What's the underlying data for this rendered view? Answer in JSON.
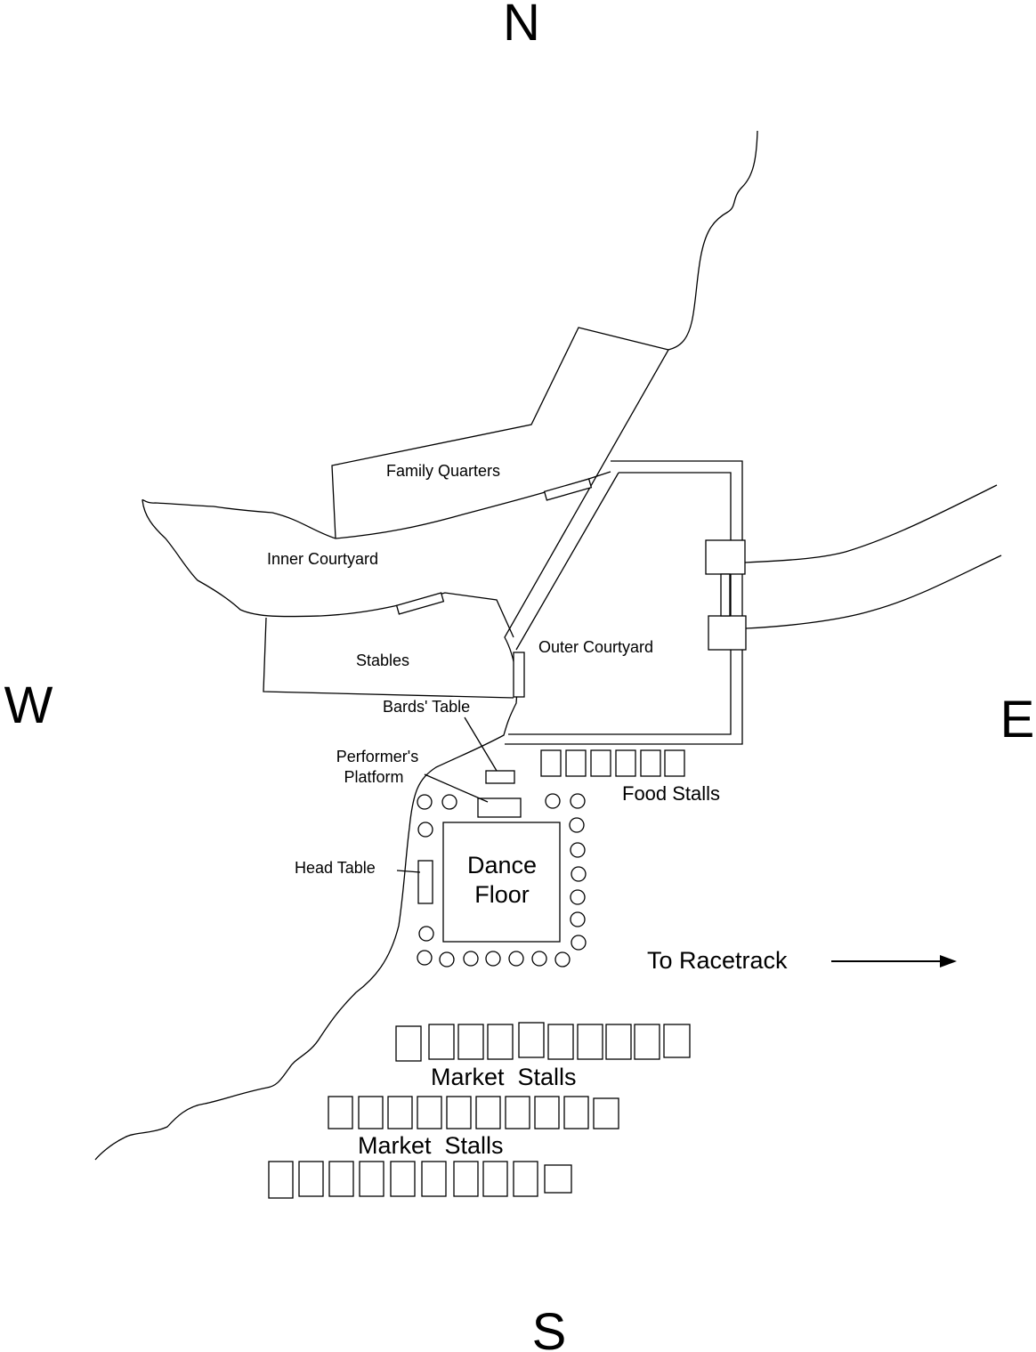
{
  "compass": {
    "north": "N",
    "south": "S",
    "east": "E",
    "west": "W"
  },
  "labels": {
    "family_quarters": "Family Quarters",
    "inner_courtyard": "Inner Courtyard",
    "stables": "Stables",
    "outer_courtyard": "Outer Courtyard",
    "bards_table": "Bards' Table",
    "performers_platform_1": "Performer's",
    "performers_platform_2": "Platform",
    "head_table": "Head Table",
    "dance_floor_1": "Dance",
    "dance_floor_2": "Floor",
    "food_stalls": "Food Stalls",
    "to_racetrack": "To Racetrack",
    "market_stalls_1": "Market  Stalls",
    "market_stalls_2": "Market  Stalls"
  }
}
